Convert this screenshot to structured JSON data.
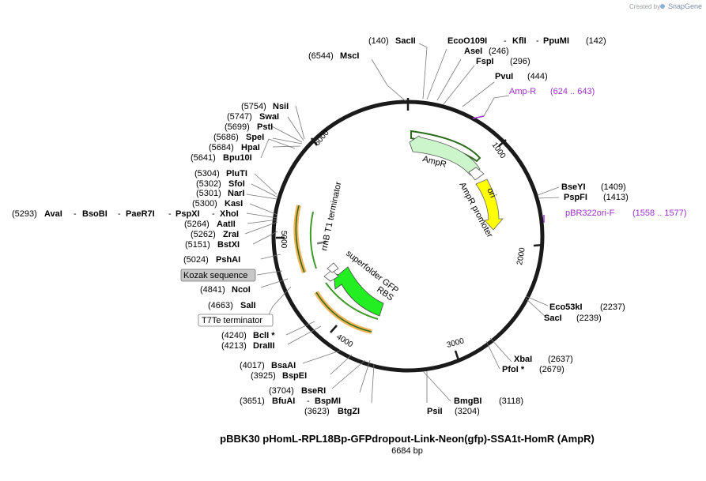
{
  "credit": {
    "created_by": "Created by",
    "brand": "SnapGene"
  },
  "plasmid": {
    "name": "pBBK30 pHomL-RPL18Bp-GFPdropout-Link-Neon(gfp)-SSA1t-HomR (AmpR)",
    "length_label": "6684 bp"
  },
  "ticks": [
    "1000",
    "2000",
    "3000",
    "4000",
    "5000",
    "6000"
  ],
  "sites": {
    "s140": {
      "pos": "(140)",
      "name": "SacII"
    },
    "s142a": {
      "name": "EcoO109I"
    },
    "s142b": {
      "name": "KflI"
    },
    "s142c": {
      "name": "PpuMI",
      "pos": "(142)"
    },
    "s246": {
      "name": "AseI",
      "pos": "(246)"
    },
    "s296": {
      "name": "FspI",
      "pos": "(296)"
    },
    "s444": {
      "name": "PvuI",
      "pos": "(444)"
    },
    "s6544": {
      "pos": "(6544)",
      "name": "MscI"
    },
    "s1409": {
      "name": "BseYI",
      "pos": "(1409)"
    },
    "s1413": {
      "name": "PspFI",
      "pos": "(1413)"
    },
    "s2237": {
      "name": "Eco53kI",
      "pos": "(2237)"
    },
    "s2239": {
      "name": "SacI",
      "pos": "(2239)"
    },
    "s2637": {
      "name": "XbaI",
      "pos": "(2637)"
    },
    "s2679": {
      "name": "PfoI *",
      "pos": "(2679)"
    },
    "s3118": {
      "name": "BmgBI",
      "pos": "(3118)"
    },
    "s3204": {
      "name": "PsiI",
      "pos": "(3204)"
    },
    "s3623": {
      "pos": "(3623)",
      "name": "BtgZI"
    },
    "s3651a": {
      "pos": "(3651)",
      "name": "BfuAI"
    },
    "s3651b": {
      "name": "BspMI"
    },
    "s3704": {
      "pos": "(3704)",
      "name": "BseRI"
    },
    "s3925": {
      "pos": "(3925)",
      "name": "BspEI"
    },
    "s4017": {
      "pos": "(4017)",
      "name": "BsaAI"
    },
    "s4213": {
      "pos": "(4213)",
      "name": "DraIII"
    },
    "s4240": {
      "pos": "(4240)",
      "name": "BclI *"
    },
    "s4663": {
      "pos": "(4663)",
      "name": "SalI"
    },
    "s4841": {
      "pos": "(4841)",
      "name": "NcoI"
    },
    "s5024": {
      "pos": "(5024)",
      "name": "PshAI"
    },
    "s5151": {
      "pos": "(5151)",
      "name": "BstXI"
    },
    "s5262": {
      "pos": "(5262)",
      "name": "ZraI"
    },
    "s5264": {
      "pos": "(5264)",
      "name": "AatII"
    },
    "s5293": {
      "pos": "(5293)",
      "n1": "AvaI",
      "n2": "BsoBI",
      "n3": "PaeR7I",
      "n4": "PspXI",
      "n5": "XhoI"
    },
    "s5300": {
      "pos": "(5300)",
      "name": "KasI"
    },
    "s5301": {
      "pos": "(5301)",
      "name": "NarI"
    },
    "s5302": {
      "pos": "(5302)",
      "name": "SfoI"
    },
    "s5304": {
      "pos": "(5304)",
      "name": "PluTI"
    },
    "s5641": {
      "pos": "(5641)",
      "name": "Bpu10I"
    },
    "s5684": {
      "pos": "(5684)",
      "name": "HpaI"
    },
    "s5686": {
      "pos": "(5686)",
      "name": "SpeI"
    },
    "s5699": {
      "pos": "(5699)",
      "name": "PstI"
    },
    "s5747": {
      "pos": "(5747)",
      "name": "SwaI"
    },
    "s5754": {
      "pos": "(5754)",
      "name": "NsiI"
    }
  },
  "primers": {
    "amp_r": {
      "name": "Amp-R",
      "range": "(624 .. 643)"
    },
    "pbr322ori_f": {
      "name": "pBR322ori-F",
      "range": "(1558 .. 1577)"
    }
  },
  "features": {
    "ampr": "AmpR",
    "ampr_promoter": "AmpR promoter",
    "ori": "ori",
    "rrnb_t1": "rrnB T1 terminator",
    "superfolder_gfp": "superfolder GFP",
    "rbs": "RBS",
    "kozak": "Kozak sequence",
    "t7te": "T7Te terminator"
  },
  "colors": {
    "backbone": "#1a1a1a",
    "ampr": "#ccf5cc",
    "ori": "#ffff00",
    "gfp": "#22ee22",
    "primer": "#9b30d0",
    "orange_primer": "#f0a030"
  }
}
